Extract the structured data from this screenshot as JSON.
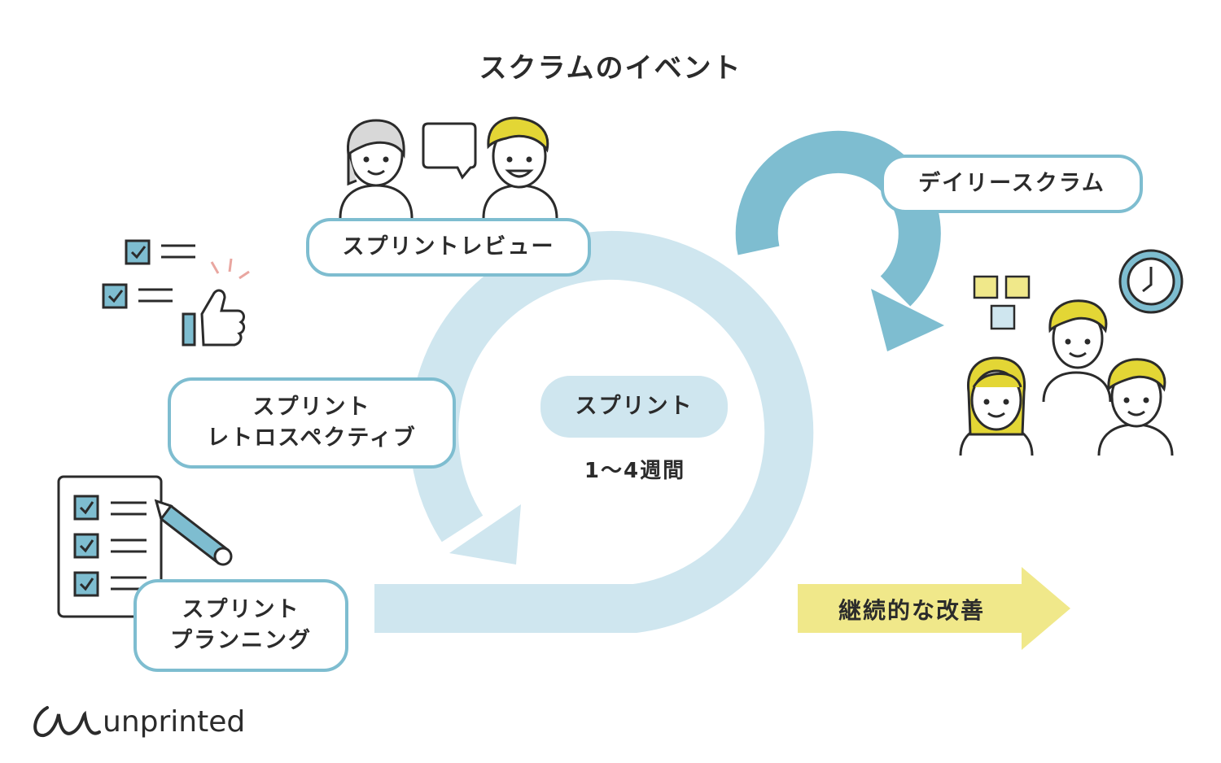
{
  "title": "スクラムのイベント",
  "events": {
    "review": "スプリントレビュー",
    "daily": "デイリースクラム",
    "retro_line1": "スプリント",
    "retro_line2": "レトロスペクティブ",
    "planning_line1": "スプリント",
    "planning_line2": "プランニング"
  },
  "sprint": {
    "label": "スプリント",
    "duration": "1〜4週間"
  },
  "improvement": "継続的な改善",
  "brand": "unprinted",
  "colors": {
    "cycle_light": "#cfe6ef",
    "cycle_dark": "#7ebdd0",
    "accent_yellow": "#e3d635",
    "arrow_yellow": "#f0e88a",
    "ink": "#2b2b2b"
  }
}
